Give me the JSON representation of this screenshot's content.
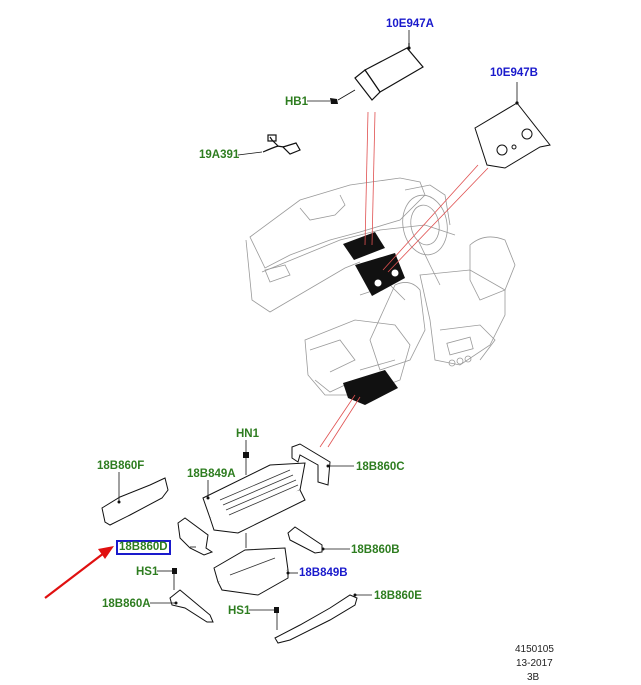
{
  "diagram": {
    "title": "Audio amplifier / infotainment components exploded view",
    "colors": {
      "reference_label": "#2e7d20",
      "link_label": "#1a1acc",
      "callout_line": "#e05050",
      "pointer_arrow": "#e01010",
      "selection_box": "#1a1acc"
    },
    "labels": [
      {
        "id": "10E947A",
        "text": "10E947A",
        "type": "link"
      },
      {
        "id": "10E947B",
        "text": "10E947B",
        "type": "link"
      },
      {
        "id": "HB1",
        "text": "HB1",
        "type": "reference"
      },
      {
        "id": "19A391",
        "text": "19A391",
        "type": "reference"
      },
      {
        "id": "HN1",
        "text": "HN1",
        "type": "reference"
      },
      {
        "id": "18B860F",
        "text": "18B860F",
        "type": "reference"
      },
      {
        "id": "18B849A",
        "text": "18B849A",
        "type": "reference"
      },
      {
        "id": "18B860C",
        "text": "18B860C",
        "type": "reference"
      },
      {
        "id": "18B860D",
        "text": "18B860D",
        "type": "reference",
        "selected": true
      },
      {
        "id": "18B860B",
        "text": "18B860B",
        "type": "reference"
      },
      {
        "id": "HS1a",
        "text": "HS1",
        "type": "reference"
      },
      {
        "id": "18B849B",
        "text": "18B849B",
        "type": "link"
      },
      {
        "id": "18B860A",
        "text": "18B860A",
        "type": "reference"
      },
      {
        "id": "HS1b",
        "text": "HS1",
        "type": "reference"
      },
      {
        "id": "18B860E",
        "text": "18B860E",
        "type": "reference"
      }
    ],
    "footer": {
      "line1": "4150105",
      "line2": "13-2017",
      "line3": "3B"
    }
  }
}
